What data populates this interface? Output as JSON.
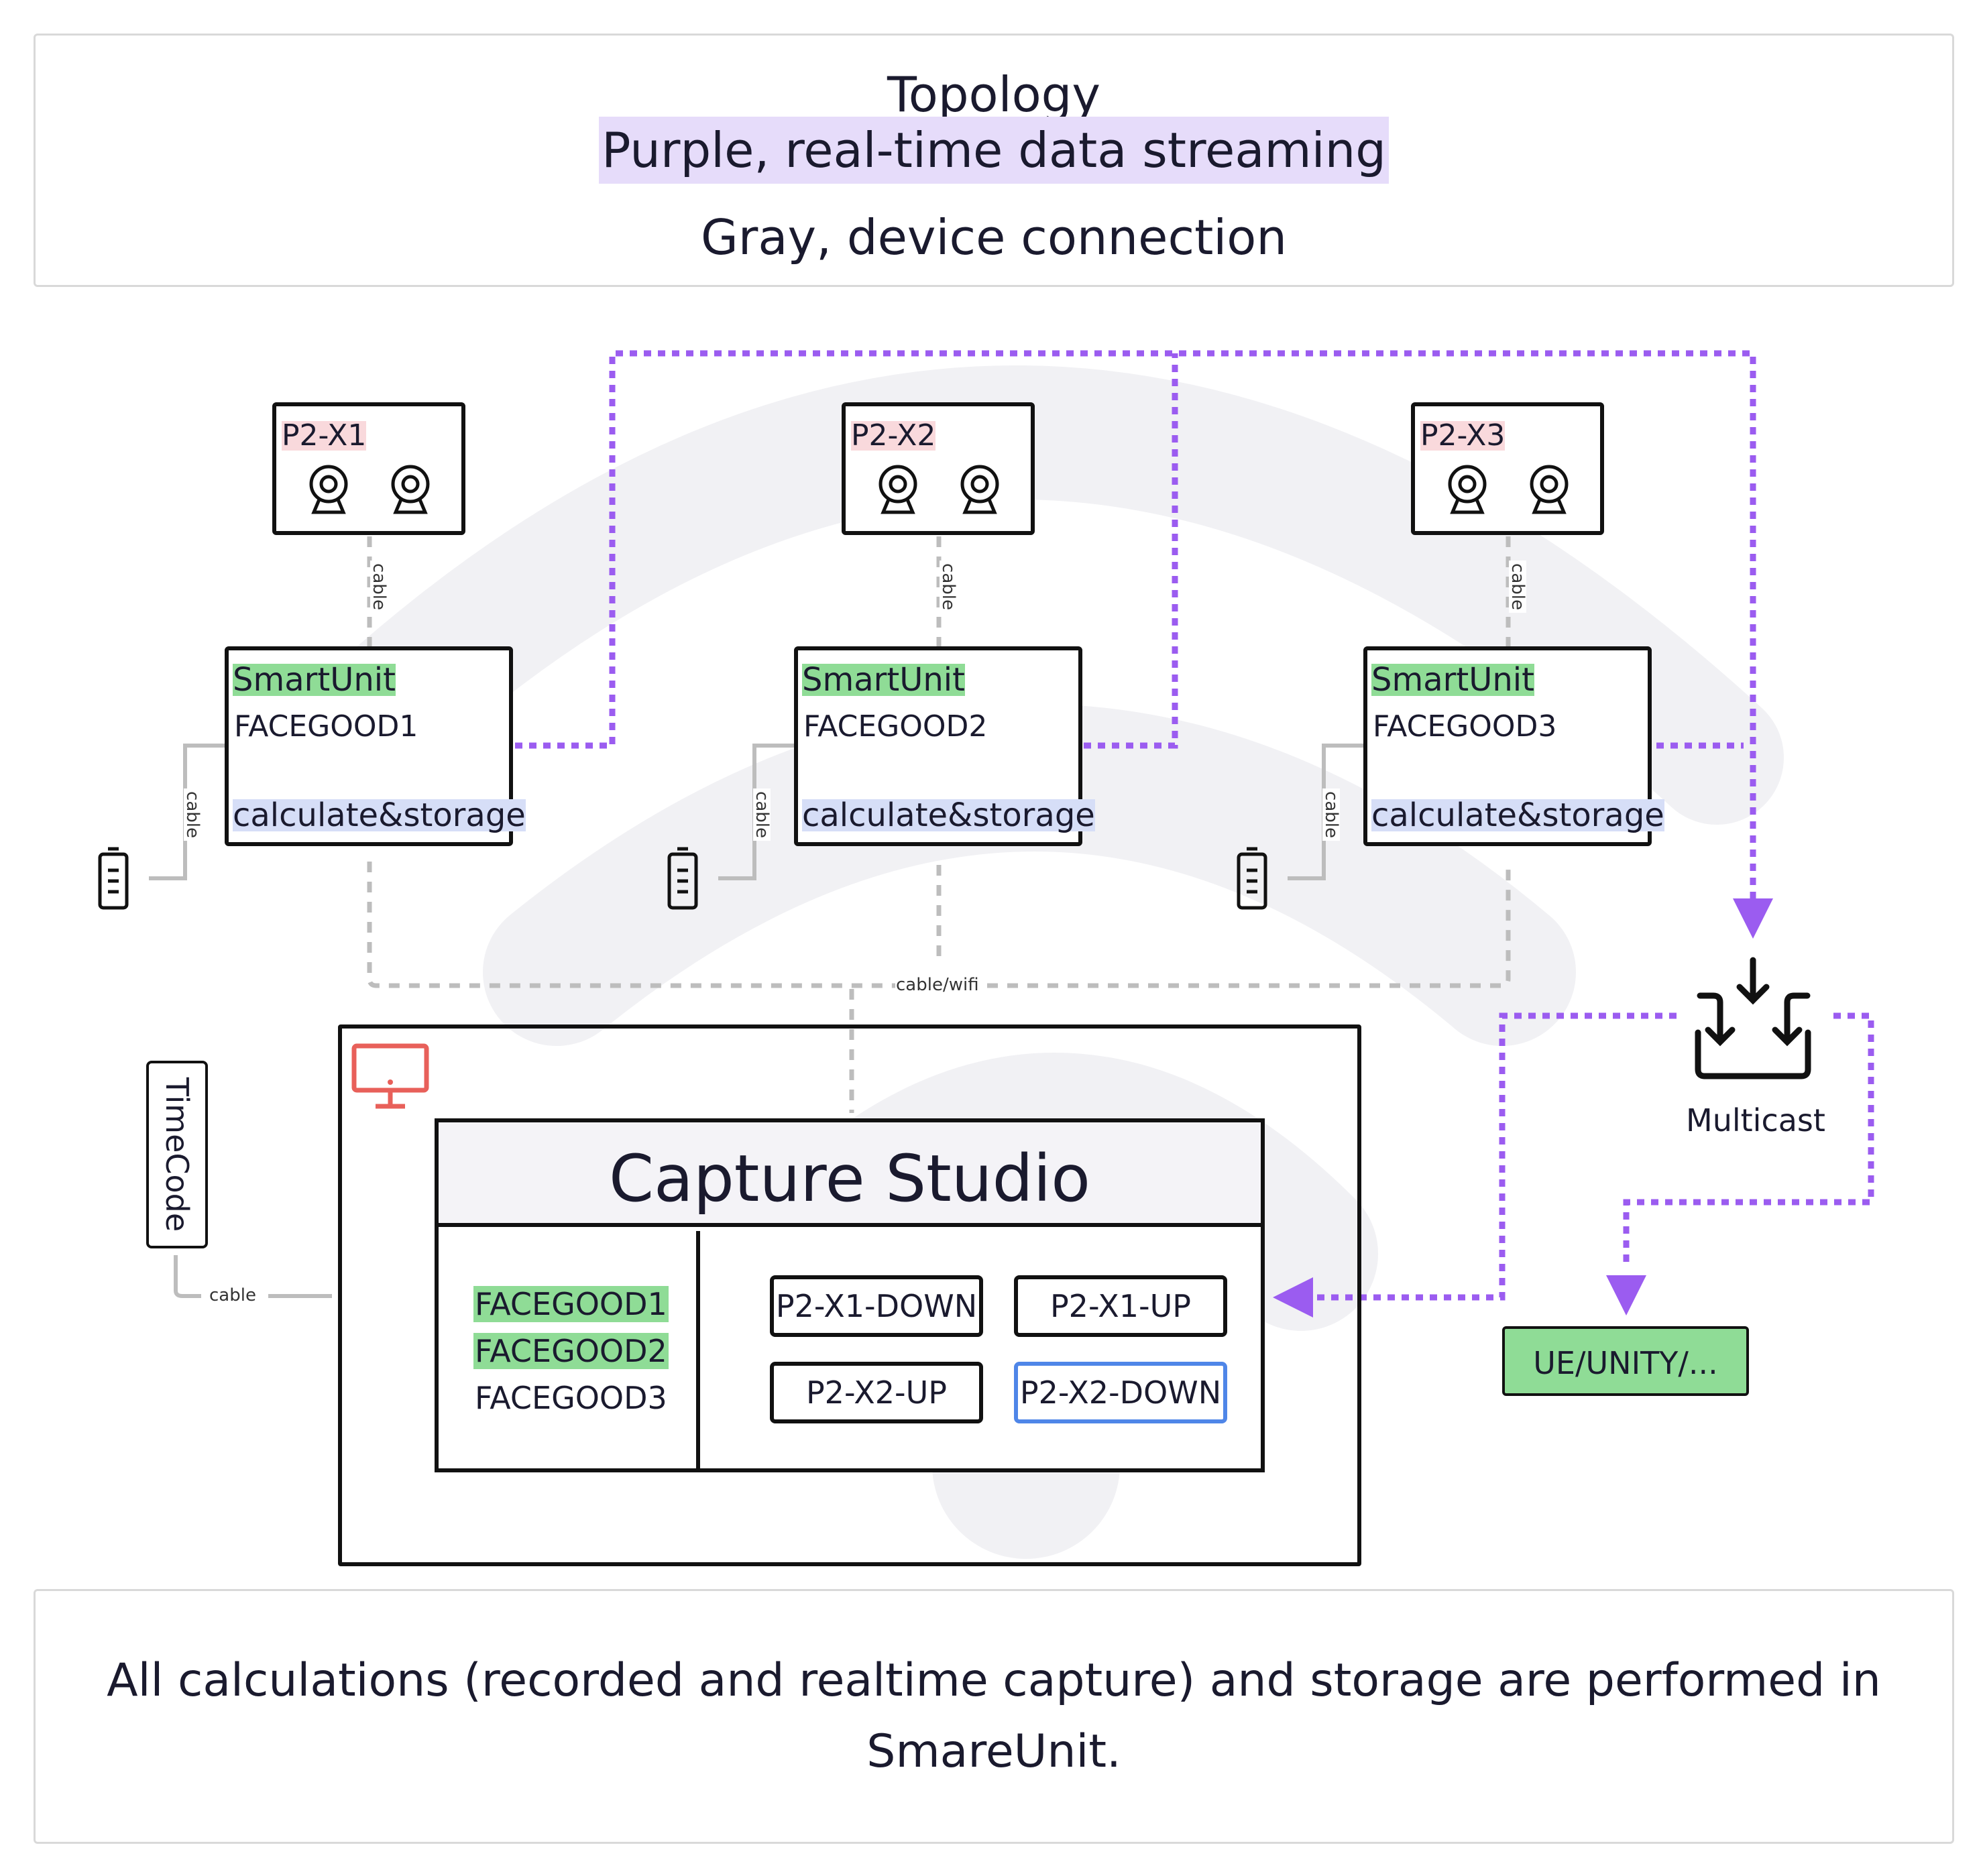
{
  "header": {
    "title": "Topology",
    "legend_purple": "Purple, real-time data streaming",
    "legend_gray": "Gray, device connection"
  },
  "devices": [
    {
      "name": "P2-X1",
      "link_label": "cable",
      "unit_label": "SmartUnit",
      "unit_name": "FACEGOOD1",
      "unit_role": "calculate&storage",
      "battery_link_label": "cable"
    },
    {
      "name": "P2-X2",
      "link_label": "cable",
      "unit_label": "SmartUnit",
      "unit_name": "FACEGOOD2",
      "unit_role": "calculate&storage",
      "battery_link_label": "cable"
    },
    {
      "name": "P2-X3",
      "link_label": "cable",
      "unit_label": "SmartUnit",
      "unit_name": "FACEGOOD3",
      "unit_role": "calculate&storage",
      "battery_link_label": "cable"
    }
  ],
  "network_label": "cable/wifi",
  "timecode": {
    "label": "TimeCode",
    "link_label": "cable"
  },
  "studio": {
    "title": "Capture Studio",
    "units": [
      "FACEGOOD1",
      "FACEGOOD2",
      "FACEGOOD3"
    ],
    "streams": [
      "P2-X1-DOWN",
      "P2-X1-UP",
      "P2-X2-UP",
      "P2-X2-DOWN"
    ]
  },
  "multicast": {
    "label": "Multicast"
  },
  "target": {
    "label": "UE/UNITY/..."
  },
  "footer": {
    "line1": "All calculations (recorded and realtime capture) and storage are performed in",
    "line2": "SmareUnit."
  },
  "colors": {
    "stream": "#9b5cf0",
    "connection": "#bdbdbd",
    "target_fill": "#8fdc96",
    "monitor_icon": "#e8605a",
    "selected_border": "#4f86e8"
  }
}
